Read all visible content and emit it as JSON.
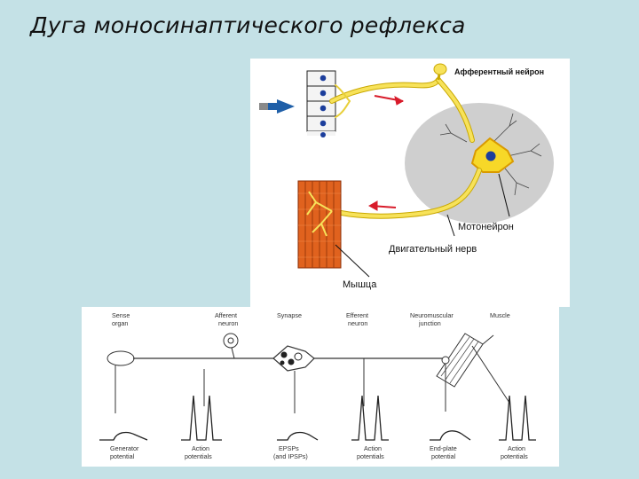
{
  "title": "Дуга моносинаптического рефлекса",
  "top_diagram": {
    "afferent_label": "Афферентный нейрон",
    "motoneuron_label": "Мотонейрон",
    "motor_nerve_label": "Двигательный нерв",
    "muscle_label": "Мышца",
    "colors": {
      "nerve": "#f7e25a",
      "nerve_edge": "#c9a800",
      "arrow": "#d81b2a",
      "stimulus": "#1f5fa8",
      "gray_matter": "#cfcfcf",
      "muscle": "#e0621e",
      "nucleus": "#1c3e9c"
    }
  },
  "bottom_diagram": {
    "top_labels": [
      {
        "l1": "Sense",
        "l2": "organ"
      },
      {
        "l1": "Afferent",
        "l2": "neuron"
      },
      {
        "l1": "Synapse",
        "l2": ""
      },
      {
        "l1": "Efferent",
        "l2": "neuron"
      },
      {
        "l1": "Neuromuscular",
        "l2": "junction"
      },
      {
        "l1": "Muscle",
        "l2": ""
      }
    ],
    "bottom_labels": [
      {
        "l1": "Generator",
        "l2": "potential"
      },
      {
        "l1": "Action",
        "l2": "potentials"
      },
      {
        "l1": "EPSPs",
        "l2": "(and IPSPs)"
      },
      {
        "l1": "Action",
        "l2": "potentials"
      },
      {
        "l1": "End-plate",
        "l2": "potential"
      },
      {
        "l1": "Action",
        "l2": "potentials"
      }
    ]
  }
}
